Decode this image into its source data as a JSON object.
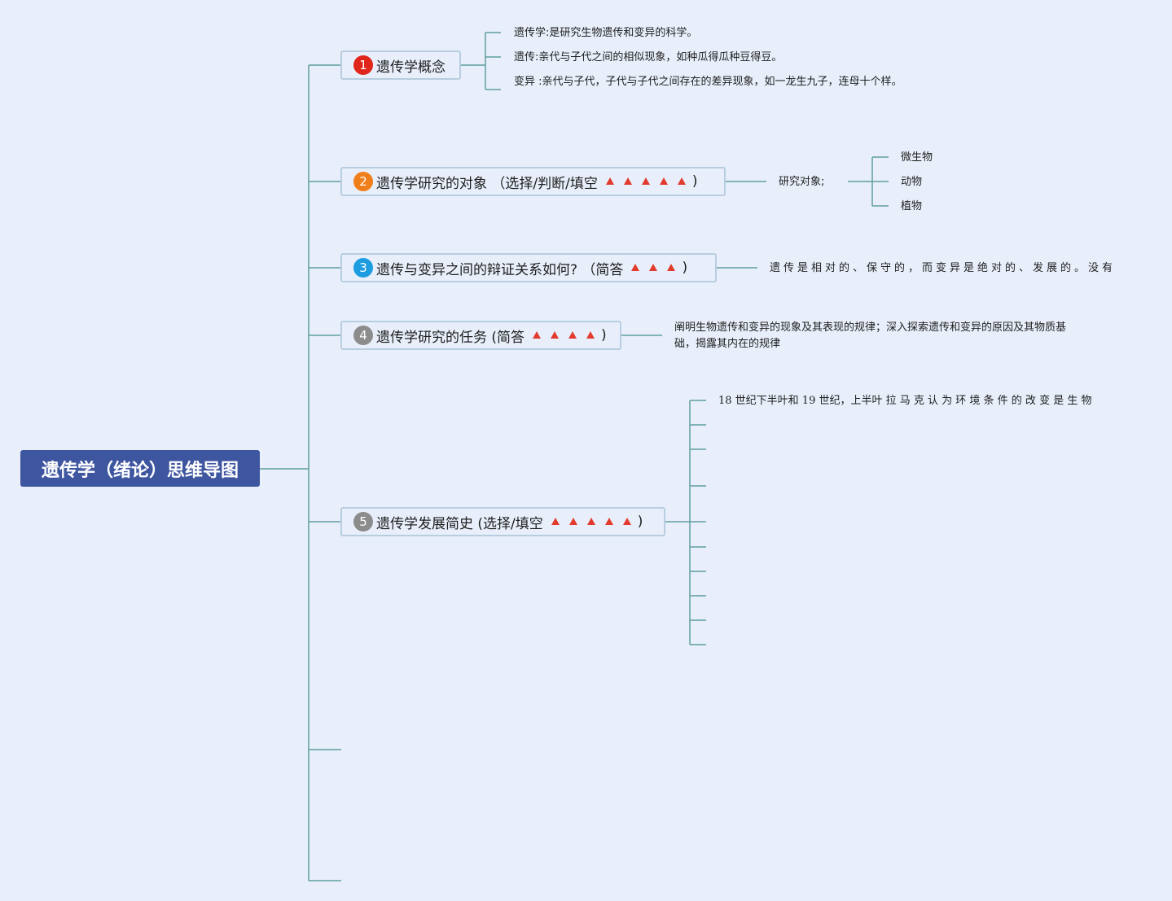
{
  "root": {
    "title": "遗传学（绪论）思维导图"
  },
  "topics": [
    {
      "number": "1",
      "color": "#e0261b",
      "label": "遗传学概念",
      "stars": 0,
      "close": ""
    },
    {
      "number": "2",
      "color": "#f07f1b",
      "label": "遗传学研究的对象 （选择/判断/填空",
      "stars": 5,
      "close": ")"
    },
    {
      "number": "3",
      "color": "#1d9de0",
      "label": "遗传与变异之间的辩证关系如何? （简答",
      "stars": 3,
      "close": ")"
    },
    {
      "number": "4",
      "color": "#8c8c8c",
      "label": "遗传学研究的任务 (简答",
      "stars": 4,
      "close": ")"
    },
    {
      "number": "5",
      "color": "#8c8c8c",
      "label": "遗传学发展简史 (选择/填空",
      "stars": 5,
      "close": ")"
    }
  ],
  "concept": [
    "遗传学:是研究生物遗传和变异的科学。",
    "遗传:亲代与子代之间的相似现象，如种瓜得瓜种豆得豆。",
    "变异 :亲代与子代，子代与子代之间存在的差异现象，如一龙生九子，连母十个样。"
  ],
  "objects": {
    "label": "研究对象;",
    "items": [
      "微生物",
      "动物",
      "植物"
    ]
  },
  "dialectic": "遗传是相对的、保守的，而变异是绝对的、发展的。没有",
  "task": "阐明生物遗传和变异的现象及其表现的规律；深入探索遗传和变异的原因及其物质基础，揭露其内在的规律",
  "history": [
    "18 世纪下半叶和 19 世纪，上半叶 拉 马 克 认 为 环 境 条 件 的 改 变 是 生 物"
  ],
  "colors": {
    "line": "#5f9ea0",
    "root_bg": "#3e55a0",
    "star": "#e23b2e"
  },
  "icons": {
    "star": "red-triangle-icon"
  }
}
